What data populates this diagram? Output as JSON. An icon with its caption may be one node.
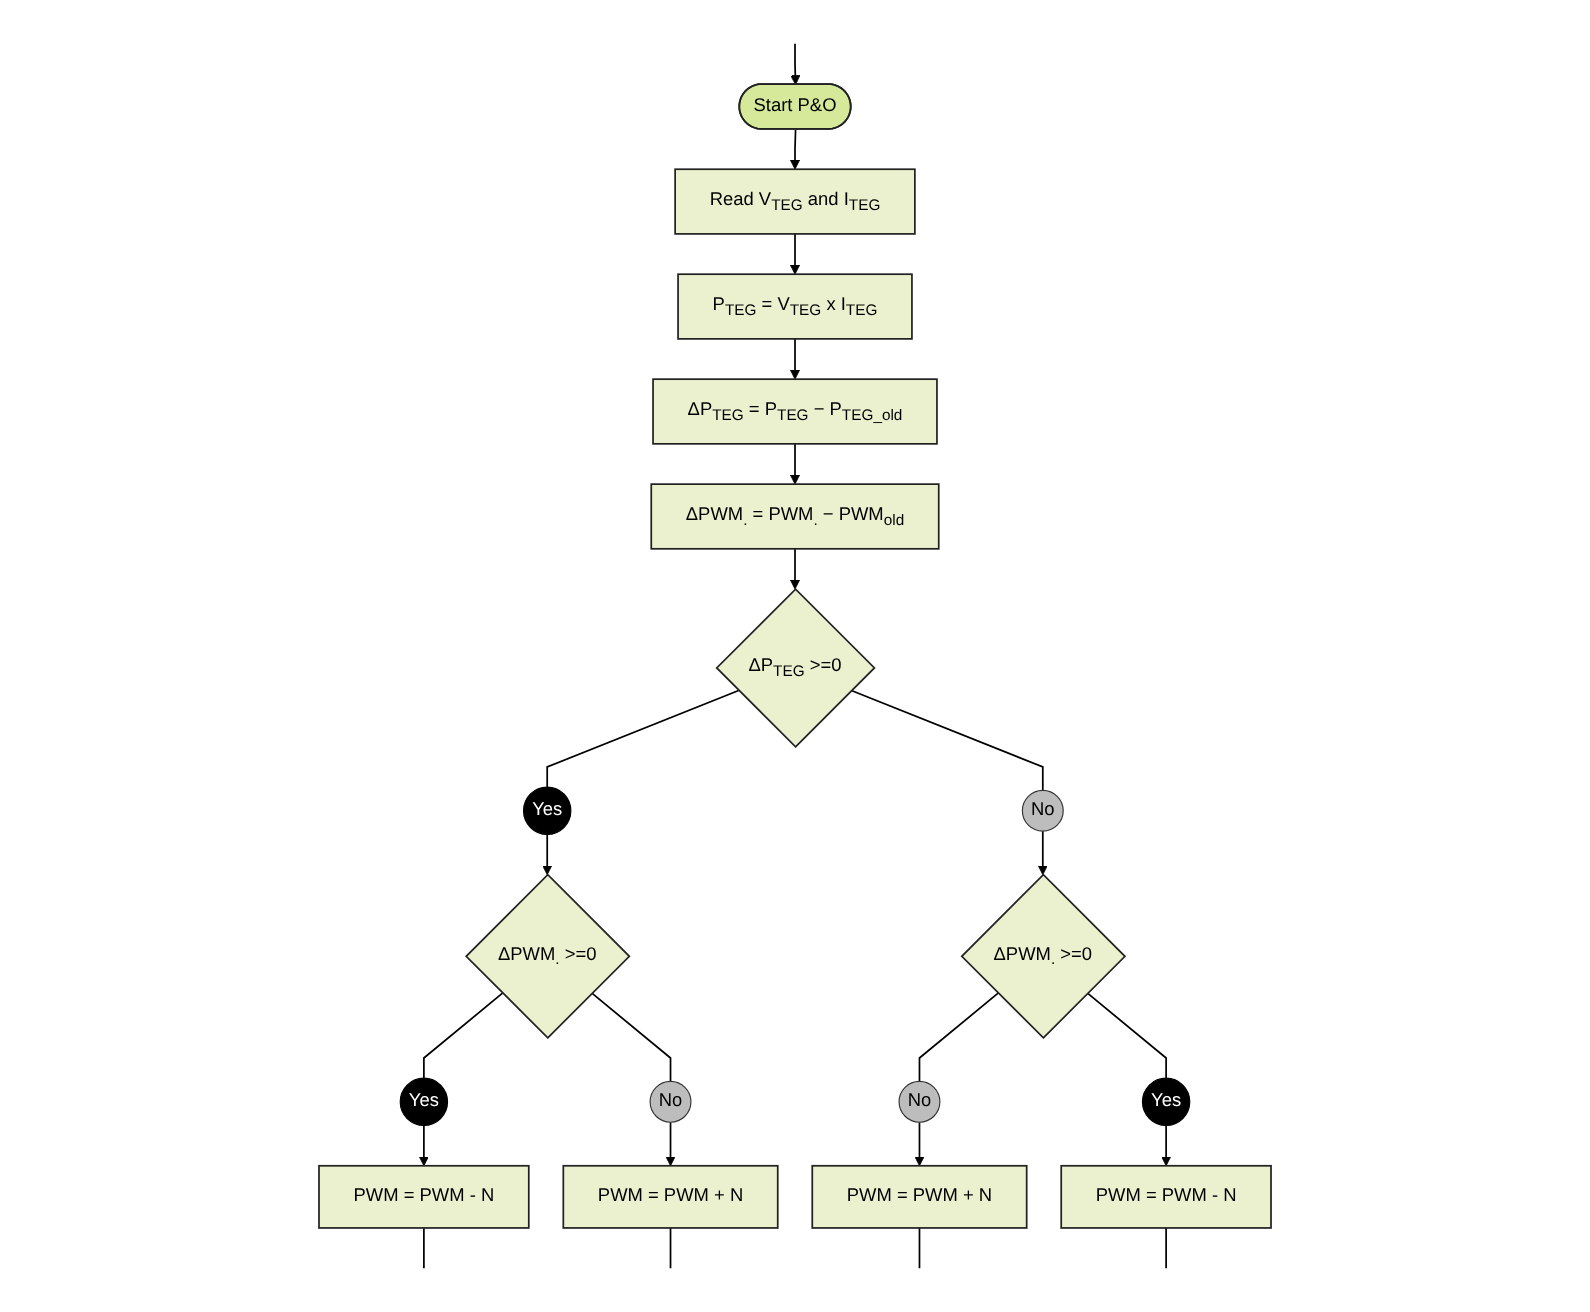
{
  "diagram": {
    "nodes": [
      {
        "text": [
          "Start P&O"
        ]
      },
      {
        "text": [
          "Read V$_{TEG}$ and I$_{TEG}$"
        ]
      },
      {
        "text": [
          "P$_{TEG}$ = V$_{TEG}$ x I$_{TEG}$"
        ]
      },
      {
        "text": [
          "ΔP$_{TEG}$ = P$_{TEG}$ − P$_{TEG_old}$"
        ]
      },
      {
        "text": [
          "ΔPWM$_{.}$ = PWM$_{.}$ − PWM$_{old}$"
        ]
      },
      {
        "text": [
          "ΔP$_{TEG}$ >=0"
        ]
      },
      {
        "text": [
          "Yes"
        ]
      },
      {
        "text": [
          "No"
        ]
      },
      {
        "text": [
          "ΔPWM$_{.}$ >=0"
        ]
      },
      {
        "text": [
          "ΔPWM$_{.}$ >=0"
        ]
      },
      {
        "text": [
          "Yes"
        ]
      },
      {
        "text": [
          "No"
        ]
      },
      {
        "text": [
          "No"
        ]
      },
      {
        "text": [
          "Yes"
        ]
      },
      {
        "text": [
          "PWM = PWM - N"
        ]
      },
      {
        "text": [
          "PWM = PWM + N"
        ]
      },
      {
        "text": [
          "PWM = PWM + N"
        ]
      },
      {
        "text": [
          "PWM = PWM - N"
        ]
      }
    ],
    "edges": [
      {
        "from": null,
        "to": 0,
        "arrow": "to"
      },
      {
        "from": 0,
        "to": 1,
        "arrow": "to"
      },
      {
        "from": 1,
        "to": 2,
        "arrow": "to"
      },
      {
        "from": 2,
        "to": 3,
        "arrow": "to"
      },
      {
        "from": 3,
        "to": 4,
        "arrow": "to"
      },
      {
        "from": 4,
        "to": 5,
        "arrow": "to"
      },
      {
        "from": 5,
        "to": 6,
        "arrow": "none"
      },
      {
        "from": 6,
        "to": 8,
        "arrow": "to"
      },
      {
        "from": 5,
        "to": 7,
        "arrow": "none"
      },
      {
        "from": 7,
        "to": 9,
        "arrow": "to"
      },
      {
        "from": 8,
        "to": 10,
        "arrow": "none"
      },
      {
        "from": 10,
        "to": 14,
        "arrow": "to"
      },
      {
        "from": 8,
        "to": 11,
        "arrow": "none"
      },
      {
        "from": 11,
        "to": 15,
        "arrow": "to"
      },
      {
        "from": 9,
        "to": 12,
        "arrow": "none"
      },
      {
        "from": 12,
        "to": 16,
        "arrow": "to"
      },
      {
        "from": 9,
        "to": 13,
        "arrow": "none"
      },
      {
        "from": 13,
        "to": 17,
        "arrow": "to"
      },
      {
        "from": 14,
        "to": null,
        "arrow": "none"
      },
      {
        "from": 15,
        "to": null,
        "arrow": "none"
      },
      {
        "from": 16,
        "to": null,
        "arrow": "none"
      },
      {
        "from": 17,
        "to": null,
        "arrow": "none"
      }
    ]
  }
}
